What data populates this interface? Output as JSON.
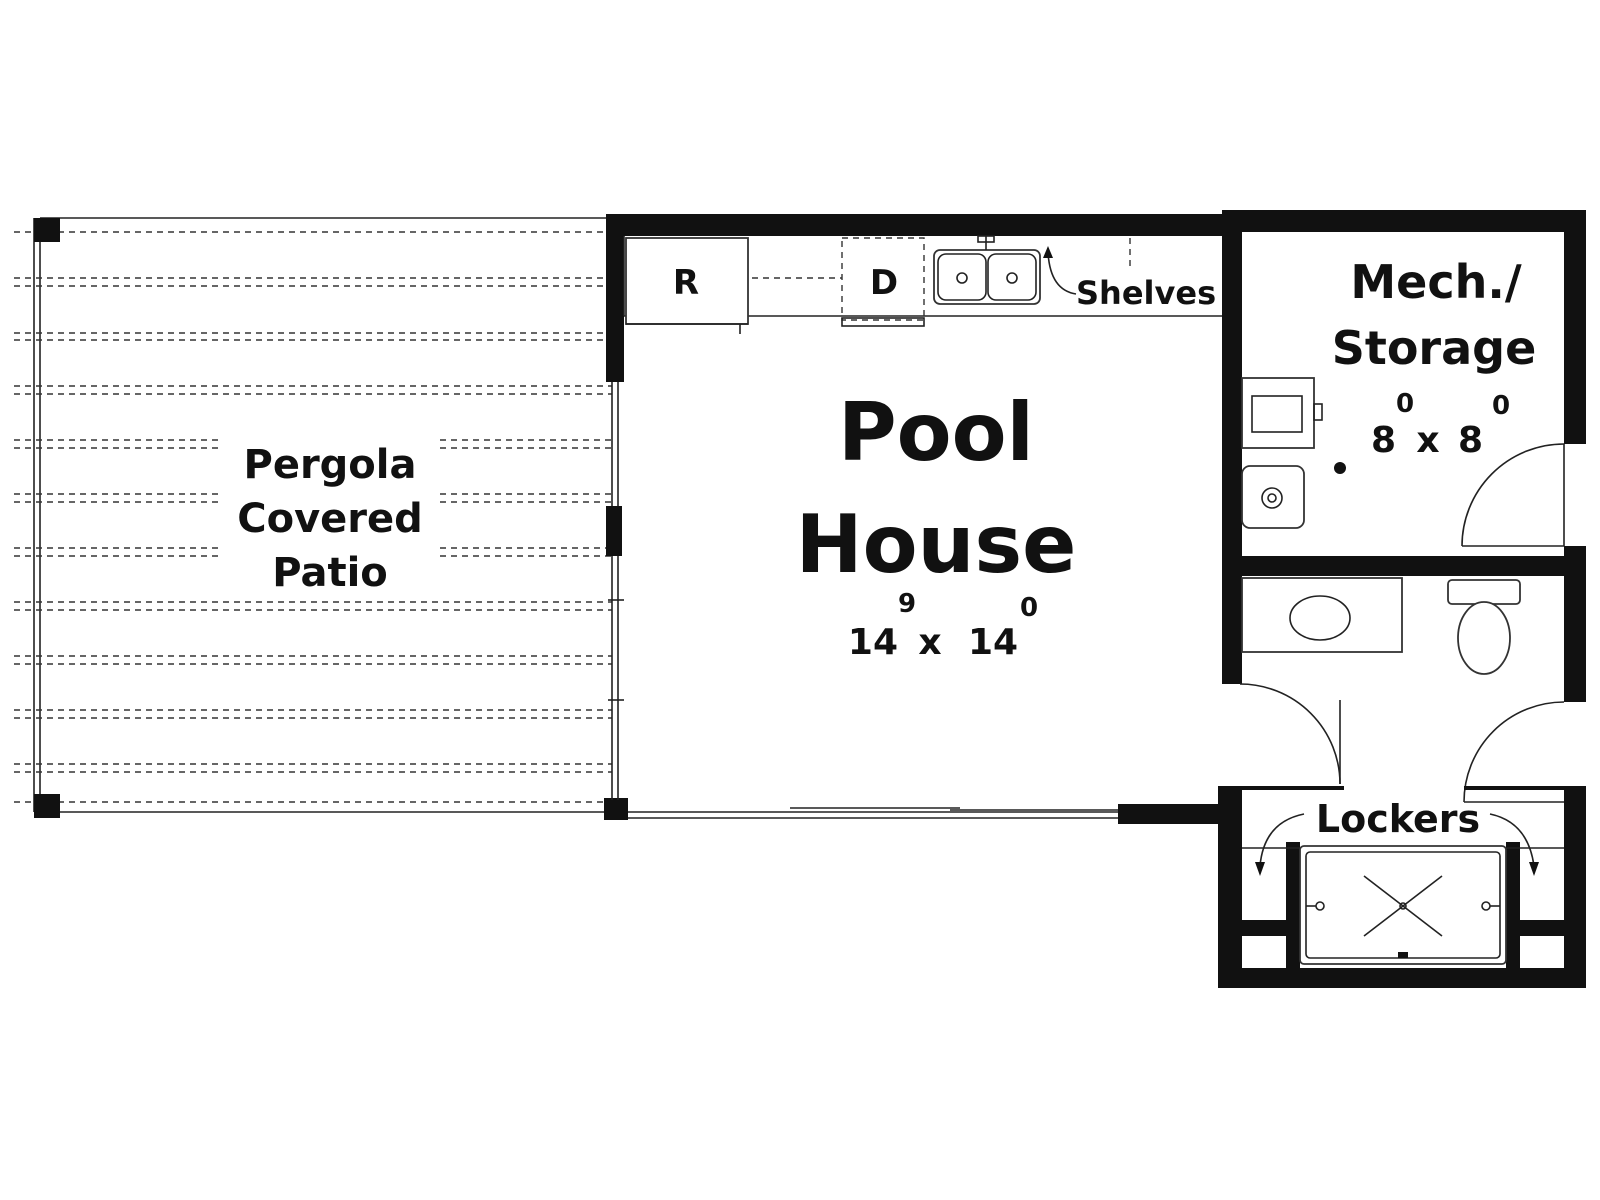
{
  "rooms": {
    "patio": {
      "line1": "Pergola",
      "line2": "Covered",
      "line3": "Patio"
    },
    "pool_house": {
      "line1": "Pool",
      "line2": "House",
      "dim_w": "14",
      "dim_w_sup": "9",
      "dim_x": "x",
      "dim_d": "14",
      "dim_d_sup": "0"
    },
    "mech": {
      "line1": "Mech./",
      "line2": "Storage",
      "dim_w": "8",
      "dim_w_sup": "0",
      "dim_x": "x",
      "dim_d": "8",
      "dim_d_sup": "0"
    },
    "lockers": {
      "label": "Lockers"
    }
  },
  "fixtures": {
    "refrigerator": "R",
    "dishwasher": "D",
    "shelves": "Shelves"
  },
  "colors": {
    "wall": "#111111",
    "line": "#333333",
    "background": "#ffffff"
  }
}
